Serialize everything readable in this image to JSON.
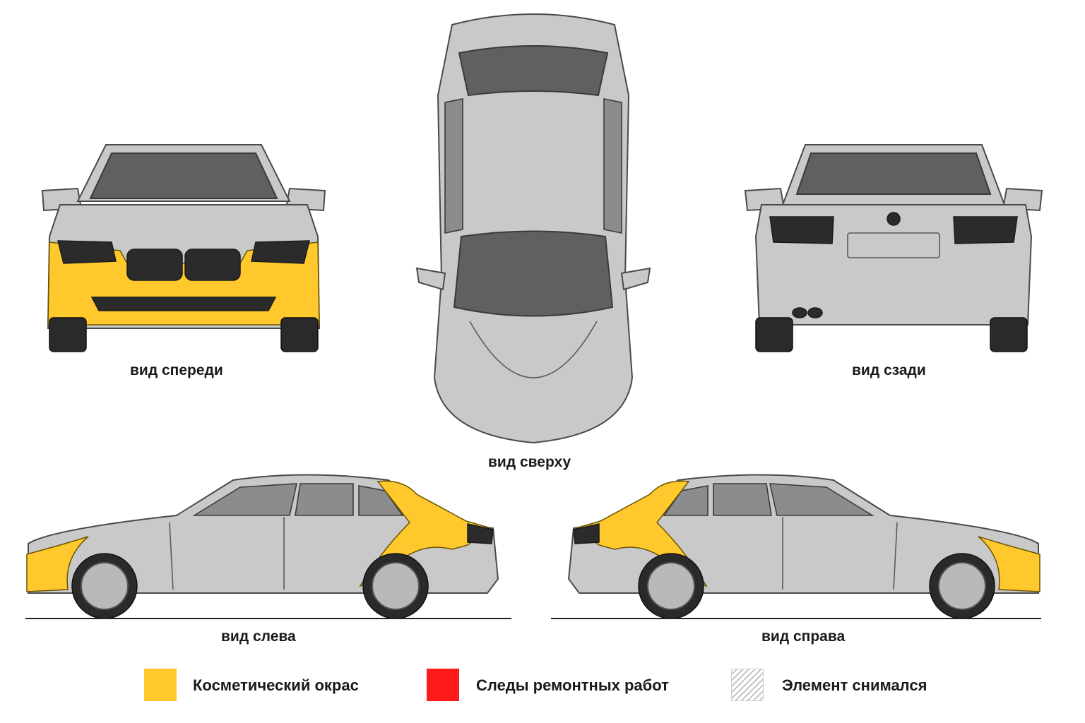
{
  "views": {
    "front": {
      "caption": "вид спереди"
    },
    "top": {
      "caption": "вид сверху"
    },
    "rear": {
      "caption": "вид сзади"
    },
    "left": {
      "caption": "вид слева"
    },
    "right": {
      "caption": "вид справа"
    }
  },
  "legend": [
    {
      "label": "Косметический окрас",
      "color": "#ffc92e",
      "pattern": "solid"
    },
    {
      "label": "Следы ремонтных работ",
      "color": "#ff1a1a",
      "pattern": "solid"
    },
    {
      "label": "Элемент снимался",
      "color": "#d9d9d9",
      "pattern": "hatched"
    }
  ],
  "highlighted_parts": {
    "front": [
      "front-bumper"
    ],
    "left": [
      "left-front-fender",
      "left-rear-quarter-panel"
    ],
    "right": [
      "right-front-fender",
      "right-rear-quarter-panel"
    ]
  },
  "colors": {
    "car_body": "#c9c9c9",
    "cosmetic_paint": "#ffc92e"
  }
}
